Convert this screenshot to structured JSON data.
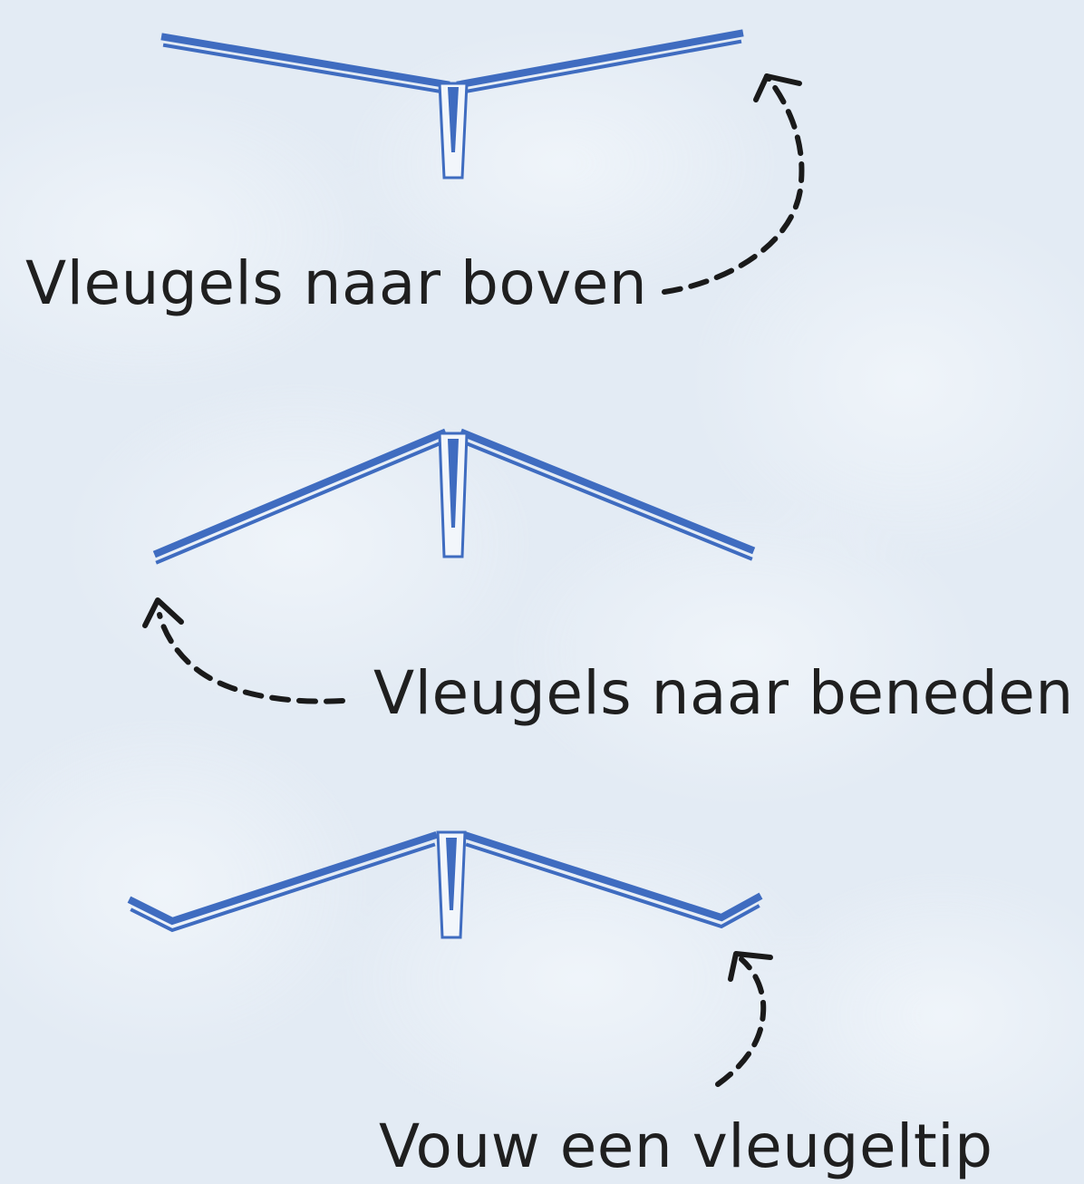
{
  "labels": {
    "wings_up": "Vleugels naar boven",
    "wings_down": "Vleugels naar beneden",
    "fold_tip": "Vouw een vleugeltip"
  },
  "colors": {
    "background": "#e6eef6",
    "wing": "#3f6cc0",
    "arrow": "#1a1a1a",
    "text": "#1f1f1f"
  }
}
